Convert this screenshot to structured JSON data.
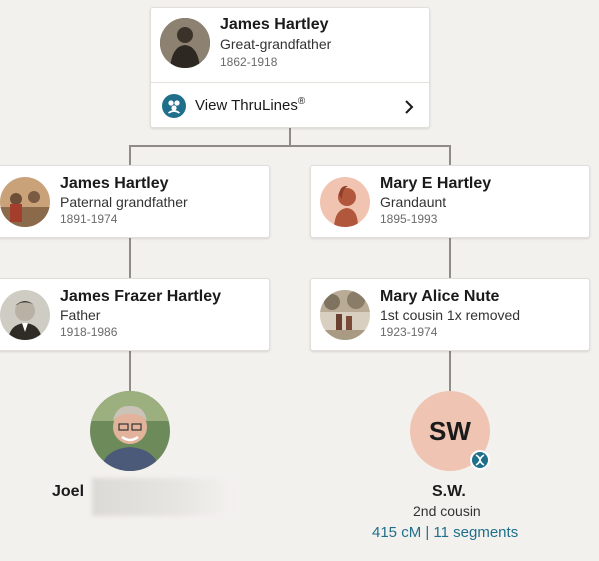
{
  "top": {
    "name": "James Hartley",
    "relationship": "Great-grandfather",
    "years": "1862-1918",
    "thrulines_label": "View ThruLines",
    "thrulines_mark": "®"
  },
  "left_branch": [
    {
      "name": "James Hartley",
      "relationship": "Paternal grandfather",
      "years": "1891-1974"
    },
    {
      "name": "James Frazer Hartley",
      "relationship": "Father",
      "years": "1918-1986"
    }
  ],
  "right_branch": [
    {
      "name": "Mary E Hartley",
      "relationship": "Grandaunt",
      "years": "1895-1993"
    },
    {
      "name": "Mary Alice Nute",
      "relationship": "1st cousin 1x removed",
      "years": "1923-1974"
    }
  ],
  "self": {
    "name": "Joel"
  },
  "match": {
    "initials": "SW",
    "name": "S.W.",
    "relationship": "2nd cousin",
    "shared_dna": "415 cM | 11 segments"
  },
  "colors": {
    "background": "#f3f1ee",
    "accent": "#1f6f8b",
    "match_circle": "#efc4b2",
    "connector": "#8f8c88"
  },
  "icons": {
    "thrulines": "people-group-icon",
    "chevron": "chevron-right-icon",
    "dna_badge": "dna-icon"
  }
}
